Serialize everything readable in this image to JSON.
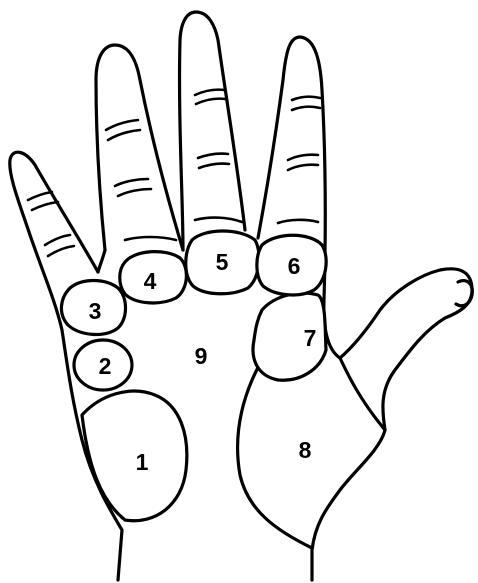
{
  "diagram": {
    "regions": [
      {
        "id": "1",
        "label": "1"
      },
      {
        "id": "2",
        "label": "2"
      },
      {
        "id": "3",
        "label": "3"
      },
      {
        "id": "4",
        "label": "4"
      },
      {
        "id": "5",
        "label": "5"
      },
      {
        "id": "6",
        "label": "6"
      },
      {
        "id": "7",
        "label": "7"
      },
      {
        "id": "8",
        "label": "8"
      },
      {
        "id": "9",
        "label": "9"
      }
    ],
    "colors": {
      "stroke": "#000000",
      "background": "#ffffff"
    }
  }
}
